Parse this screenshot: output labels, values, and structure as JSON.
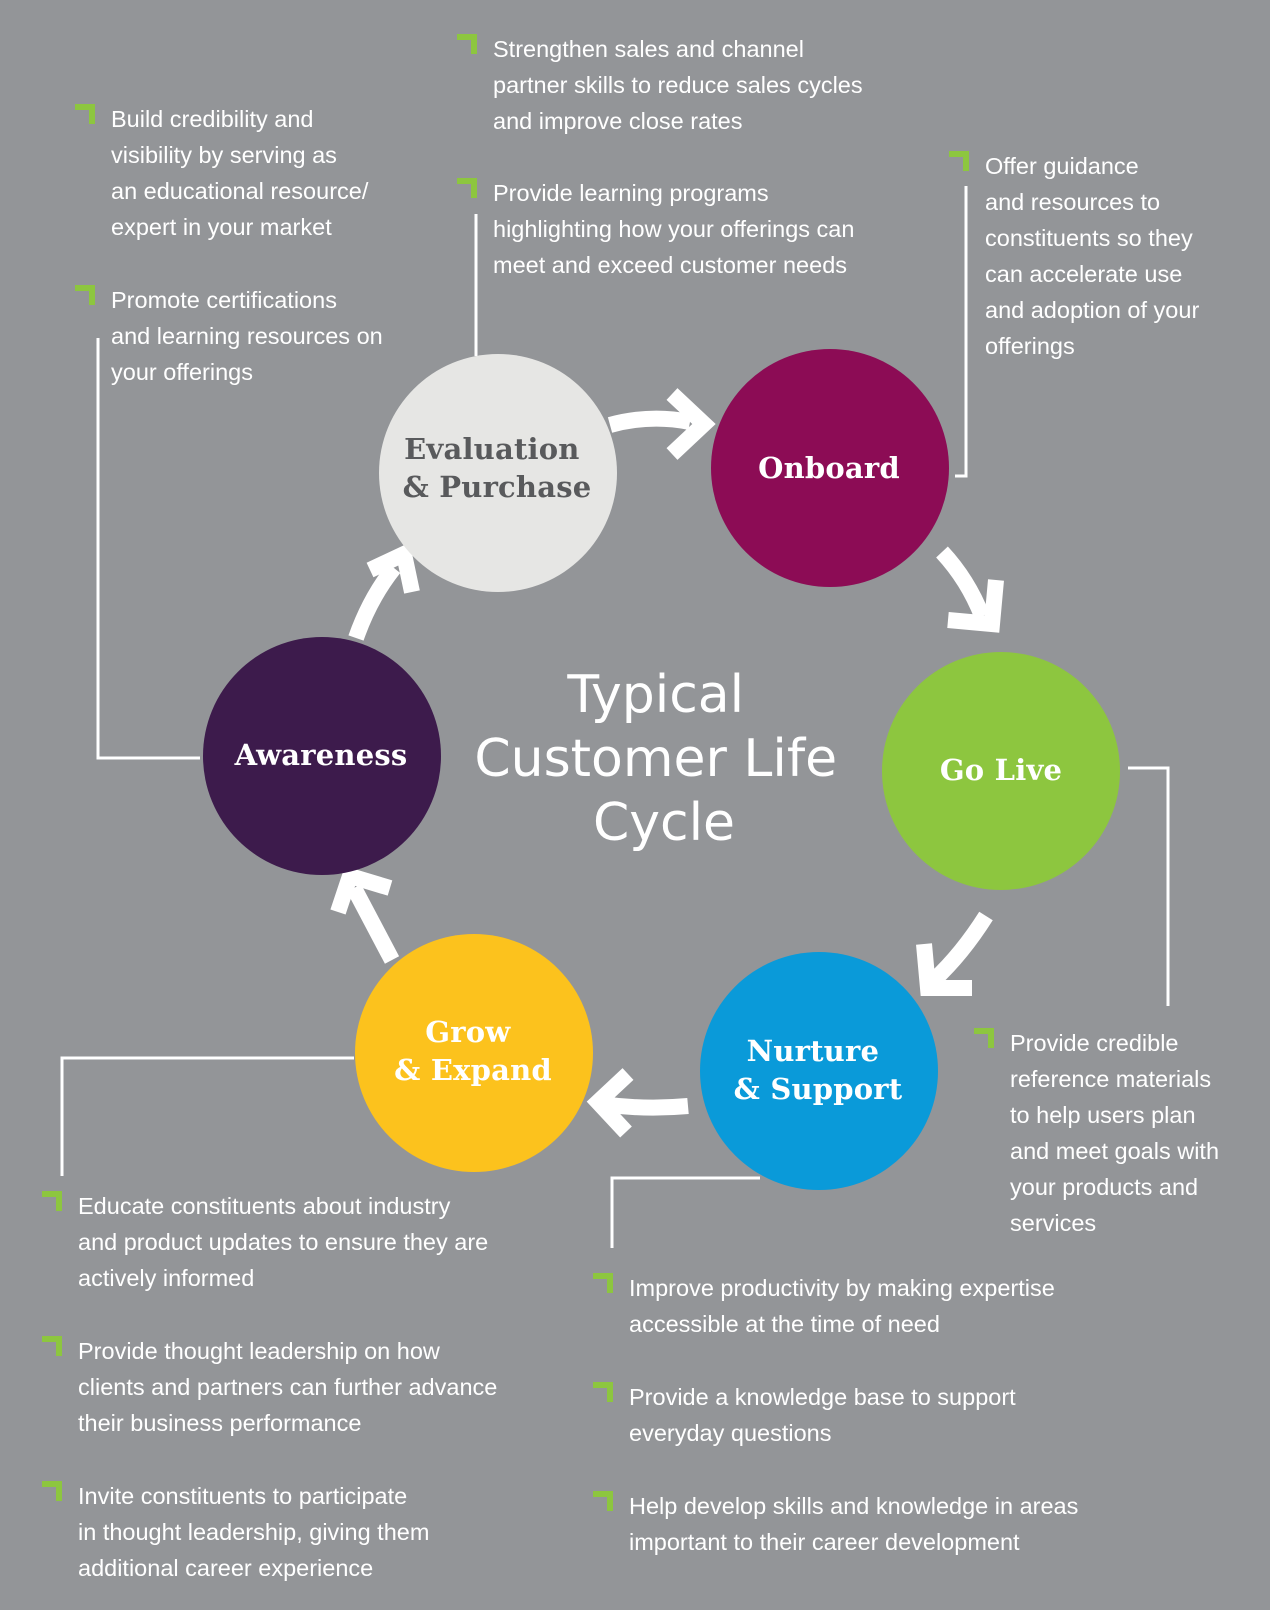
{
  "title": {
    "lines": [
      "Typical",
      "Customer Life",
      "Cycle"
    ]
  },
  "colors": {
    "background": "#939598",
    "awareness": "#3d1b4c",
    "evaluation": "#e6e6e4",
    "onboard": "#8c0c55",
    "go_live": "#8dc63f",
    "nurture": "#0a9ad9",
    "grow": "#fcc21d",
    "tick": "#8dc63f"
  },
  "stages": {
    "awareness": {
      "lines": [
        "Awareness"
      ]
    },
    "evaluation": {
      "lines": [
        "Evaluation",
        "& Purchase"
      ]
    },
    "onboard": {
      "lines": [
        "Onboard"
      ]
    },
    "go_live": {
      "lines": [
        "Go Live"
      ]
    },
    "nurture": {
      "lines": [
        "Nurture",
        "& Support"
      ]
    },
    "grow": {
      "lines": [
        "Grow",
        "& Expand"
      ]
    }
  },
  "notes": {
    "awareness": [
      {
        "lines": [
          "Build credibility and",
          "visibility by serving as",
          "an educational resource/",
          "expert in your market"
        ]
      },
      {
        "lines": [
          "Promote certifications",
          "and learning resources on",
          "your offerings"
        ]
      }
    ],
    "evaluation": [
      {
        "lines": [
          "Strengthen sales and channel",
          "partner skills to reduce sales cycles",
          "and improve close rates"
        ]
      },
      {
        "lines": [
          "Provide learning programs",
          "highlighting how your offerings can",
          "meet and exceed customer needs"
        ]
      }
    ],
    "onboard": [
      {
        "lines": [
          "Offer guidance",
          "and resources to",
          "constituents so they",
          "can accelerate use",
          "and adoption of your",
          "offerings"
        ]
      }
    ],
    "go_live": [
      {
        "lines": [
          "Provide credible",
          "reference materials",
          "to help users plan",
          "and meet goals with",
          "your products and",
          "services"
        ]
      }
    ],
    "nurture": [
      {
        "lines": [
          "Improve productivity by making expertise",
          "accessible at the time of need"
        ]
      },
      {
        "lines": [
          "Provide a knowledge base to support",
          "everyday questions"
        ]
      },
      {
        "lines": [
          "Help develop skills and knowledge in areas",
          "important to their career development"
        ]
      }
    ],
    "grow": [
      {
        "lines": [
          "Educate constituents about industry",
          "and product updates to ensure they are",
          "actively informed"
        ]
      },
      {
        "lines": [
          "Provide thought leadership on how",
          "clients and partners can further advance",
          "their business performance"
        ]
      },
      {
        "lines": [
          "Invite constituents to participate",
          "in thought leadership, giving them",
          "additional career experience"
        ]
      }
    ]
  }
}
